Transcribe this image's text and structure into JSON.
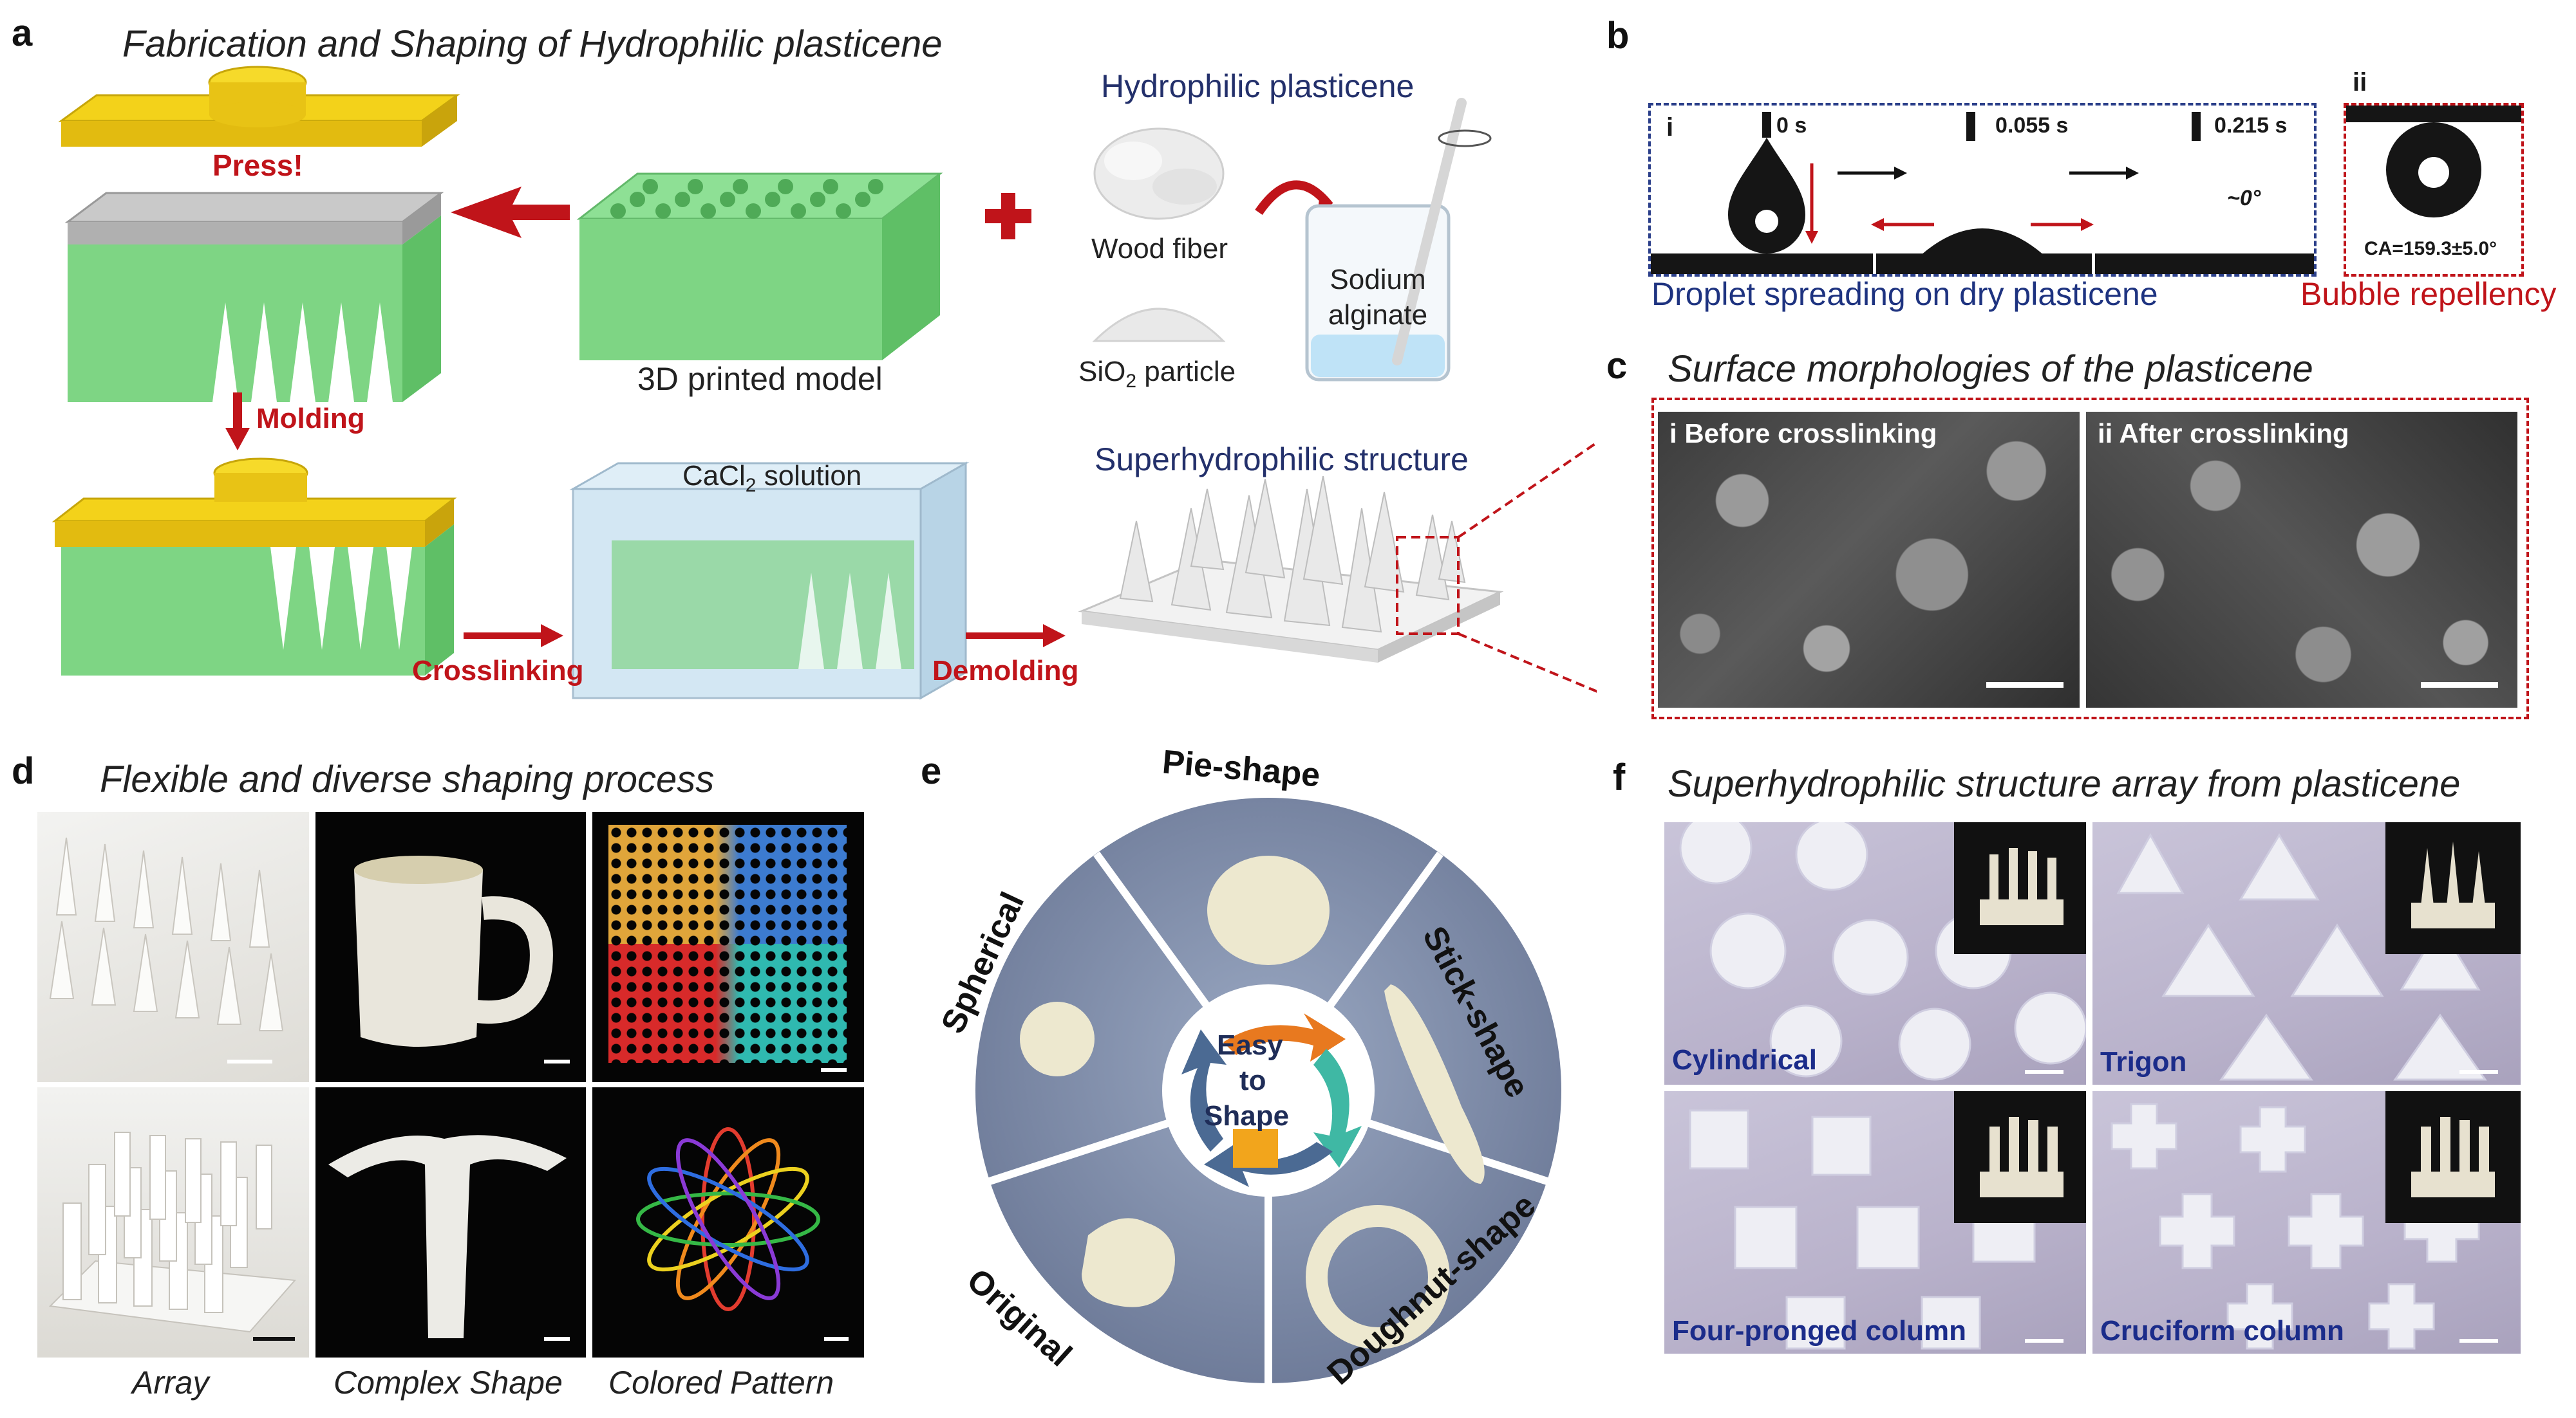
{
  "panel_a": {
    "label": "a",
    "title": "Fabrication and Shaping of Hydrophilic plasticene",
    "press": "Press!",
    "molding": "Molding",
    "model_caption": "3D printed model",
    "plasticene_title": "Hydrophilic plasticene",
    "wood_fiber": "Wood fiber",
    "sio2_prefix": "SiO",
    "sio2_sub": "2",
    "sio2_suffix": " particle",
    "sodium_alginate_line1": "Sodium",
    "sodium_alginate_line2": "alginate",
    "cacl2_prefix": "CaCl",
    "cacl2_sub": "2",
    "cacl2_suffix": " solution",
    "superhydrophilic_structure": "Superhydrophilic structure",
    "crosslinking": "Crosslinking",
    "demolding": "Demolding"
  },
  "panel_b": {
    "label": "b",
    "sub_i": "i",
    "sub_ii": "ii",
    "time_0": "0 s",
    "time_1": "0.055 s",
    "time_2": "0.215 s",
    "angle": "~0°",
    "ca": "CA=159.3±5.0°",
    "caption_left": "Droplet spreading on dry plasticene",
    "caption_right": "Bubble repellency"
  },
  "panel_c": {
    "label": "c",
    "title": "Surface morphologies of the plasticene",
    "left": "i  Before crosslinking",
    "right": "ii  After crosslinking"
  },
  "panel_d": {
    "label": "d",
    "title": "Flexible and diverse shaping process",
    "captions": [
      "Array",
      "Complex Shape",
      "Colored Pattern"
    ]
  },
  "panel_e": {
    "label": "e",
    "sectors": [
      "Pie-shape",
      "Stick-shape",
      "Doughnut-shape",
      "Original",
      "Spherical"
    ],
    "center_line1": "Easy",
    "center_line2": "to",
    "center_line3": "Shape"
  },
  "panel_f": {
    "label": "f",
    "title": "Superhydrophilic structure array from plasticene",
    "tiles": [
      "Cylindrical",
      "Trigon",
      "Four-pronged column",
      "Cruciform column"
    ]
  }
}
